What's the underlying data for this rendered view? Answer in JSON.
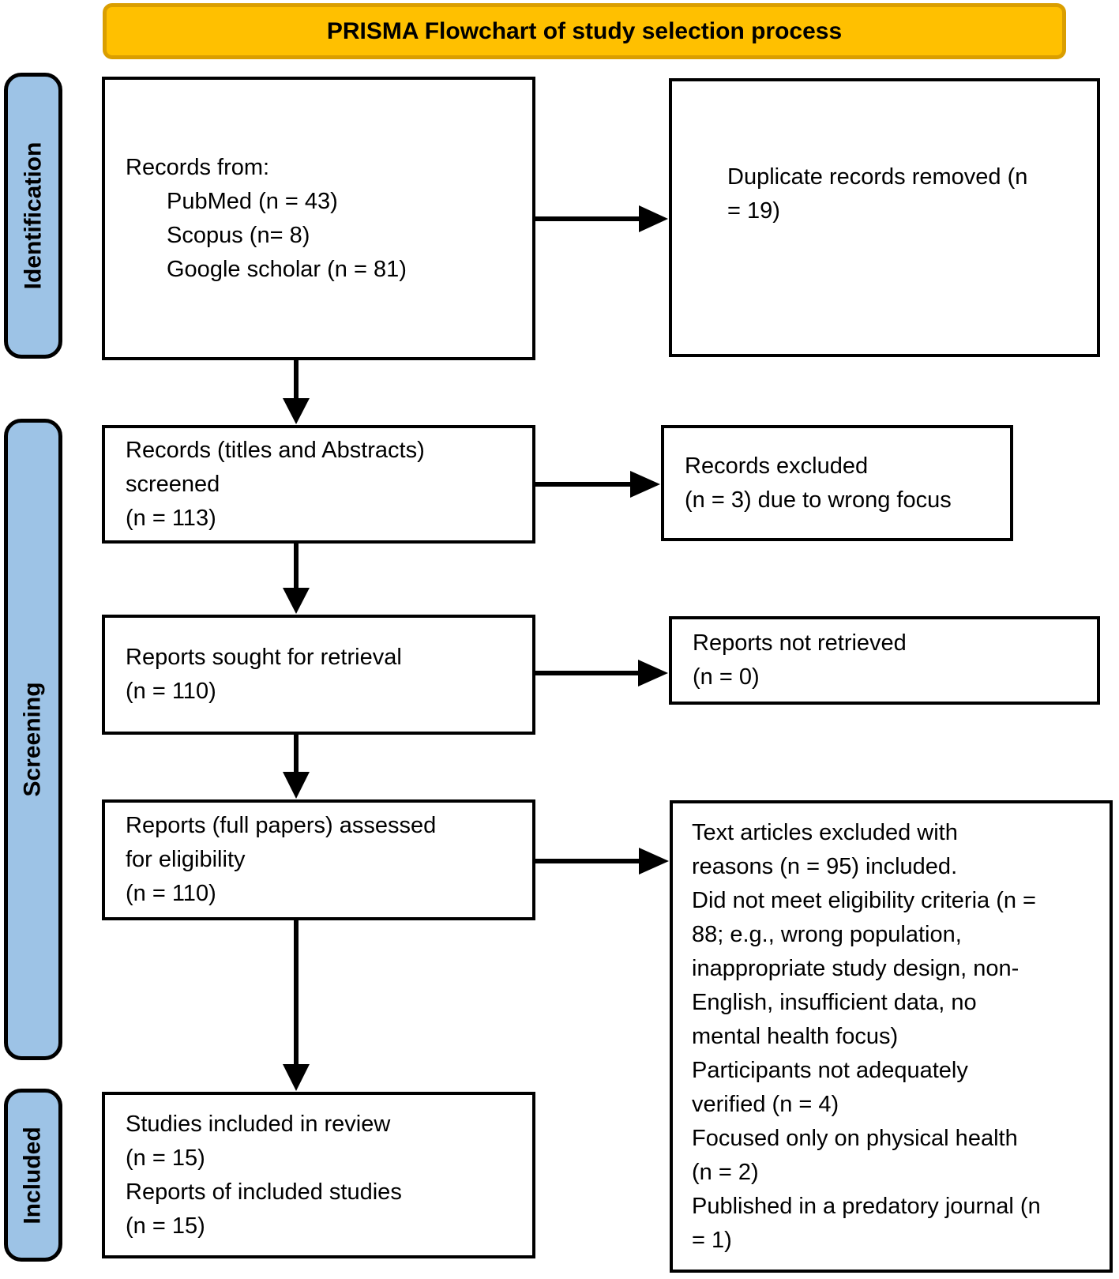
{
  "title": "PRISMA Flowchart of study selection process",
  "side_labels": {
    "identification": "Identification",
    "screening": "Screening",
    "included": "Included"
  },
  "boxes": {
    "records_from": {
      "lines": [
        "Records from:",
        "PubMed (n = 43)",
        "Scopus (n= 8)",
        "Google scholar (n = 81)"
      ]
    },
    "duplicate_records_removed": {
      "lines": [
        "Duplicate records removed (n",
        "= 19)"
      ]
    },
    "records_screened": {
      "lines": [
        "Records (titles and Abstracts)",
        "screened",
        "(n = 113)"
      ]
    },
    "records_excluded": {
      "lines": [
        "Records excluded",
        "(n = 3) due to wrong focus"
      ]
    },
    "reports_sought": {
      "lines": [
        "Reports sought for retrieval",
        "(n = 110)"
      ]
    },
    "reports_not_retrieved": {
      "lines": [
        "Reports not retrieved",
        "(n = 0)"
      ]
    },
    "reports_assessed": {
      "lines": [
        "Reports (full papers) assessed",
        "for eligibility",
        "(n = 110)"
      ]
    },
    "articles_excluded": {
      "lines": [
        "Text articles excluded with",
        "reasons (n = 95) included.",
        "Did not meet eligibility criteria (n =",
        "88; e.g., wrong population,",
        "inappropriate study design, non-",
        "English, insufficient data, no",
        "mental health focus)",
        "Participants not adequately",
        "verified (n = 4)",
        "Focused only on physical health",
        "(n = 2)",
        "Published in a predatory journal (n",
        "= 1)"
      ]
    },
    "studies_included": {
      "lines": [
        "Studies included in review",
        "(n = 15)",
        "Reports of included studies",
        "(n = 15)"
      ]
    }
  },
  "colors": {
    "title_fill": "#FFC000",
    "title_border": "#DA9E00",
    "stage_fill": "#9DC3E6",
    "box_border": "#000000",
    "arrow": "#000000"
  }
}
